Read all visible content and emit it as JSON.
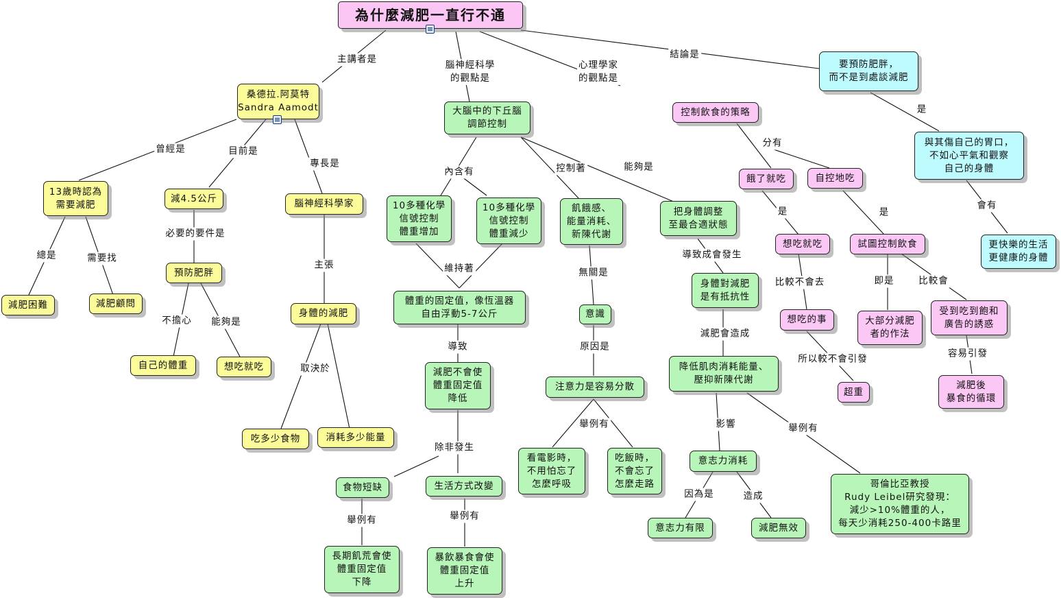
{
  "title": "為什麼減肥一直行不通",
  "nodes": {
    "speaker": [
      "桑德拉.阿莫特",
      "Sandra Aamodt"
    ],
    "age13": [
      "13歲時認為",
      "需要減肥"
    ],
    "diet_hard": "減肥困難",
    "diet_consultant": "減肥顧問",
    "lost_4_5kg": "減4.5公斤",
    "prevent_obesity": "預防肥胖",
    "own_weight": "自己的體重",
    "want_eat_y": "想吃就吃",
    "neuroscientist": "腦神經科學家",
    "body_diet": "身體的減肥",
    "eat_amount": "吃多少食物",
    "energy_used": "消耗多少能量",
    "hypothalamus": [
      "大腦中的下丘腦",
      "調節控制"
    ],
    "signals_gain": [
      "10多種化學",
      "信號控制",
      "體重增加"
    ],
    "signals_loss": [
      "10多種化學",
      "信號控制",
      "體重減少"
    ],
    "set_point": [
      "體重的固定值，像恆溫器",
      "自由浮動5-7公斤"
    ],
    "no_lower": [
      "減肥不會使",
      "體重固定值",
      "降低"
    ],
    "food_short": "食物短缺",
    "lifestyle": "生活方式改變",
    "starvation": [
      "長期飢荒會使",
      "體重固定值",
      "下降"
    ],
    "binge": [
      "暴飲暴食會使",
      "體重固定值",
      "上升"
    ],
    "hunger": [
      "飢餓感、",
      "能量消耗、",
      "新陳代謝"
    ],
    "consciousness": "意識",
    "attention": "注意力是容易分散",
    "movie": [
      "看電影時，",
      "不用怕忘了",
      "怎麼呼吸"
    ],
    "walking": [
      "吃飯時，",
      "不會忘了",
      "怎麼走路"
    ],
    "adjust_body": [
      "把身體調整",
      "至最合適狀態"
    ],
    "resistance": [
      "身體對減肥",
      "是有抵抗性"
    ],
    "reduce_muscle": [
      "降低肌肉消耗能量、",
      "壓抑新陳代謝"
    ],
    "willpower_drain": "意志力消耗",
    "willpower_limited": "意志力有限",
    "diet_ineffective": "減肥無效",
    "leibel": [
      "哥倫比亞教授",
      "Rudy Leibel研究發現：",
      "減少>10%體重的人，",
      "每天少消耗250-400卡路里"
    ],
    "strategy": "控制飲食的策略",
    "hungry_eat": "餓了就吃",
    "self_control": "自控地吃",
    "want_eat_p": "想吃就吃",
    "food_thoughts": "想吃的事",
    "overweight": "超重",
    "try_control": "試圖控制飲食",
    "most_dieters": [
      "大部分減肥",
      "者的作法"
    ],
    "tempted": [
      "受到吃到飽和",
      "廣告的誘惑"
    ],
    "binge_cycle": [
      "減肥後",
      "暴食的循環"
    ],
    "prevent_obesity2": [
      "要預防肥胖，",
      "而不是到處談減肥"
    ],
    "observe_body": [
      "與其傷自己的胃口，",
      "不如心平氣和觀察",
      "自己的身體"
    ],
    "happier": [
      "更快樂的生活",
      "更健康的身體"
    ]
  },
  "labels": {
    "speaker_is": "主講者是",
    "neuro_view": [
      "腦神經科學",
      "的觀點是"
    ],
    "psych_view": [
      "心理學家",
      "的觀點是"
    ],
    "conclusion_is": "結論是",
    "once": "曾經是",
    "currently": "目前是",
    "specialty": "專長是",
    "always": "總是",
    "need_find": "需要找",
    "necessary": "必要的要件是",
    "no_worry": "不擔心",
    "can": "能夠是",
    "advocates": "主張",
    "depends_on": "取決於",
    "contains": "內含有",
    "controls": "控制著",
    "able_to": "能夠是",
    "maintains": "維持著",
    "leads_to": "導致",
    "unless": "除非發生",
    "example1": "舉例有",
    "example2": "舉例有",
    "unrelated": "無關是",
    "reason": "原因是",
    "example3": "舉例有",
    "results_in": "導致成會發生",
    "diet_causes": "減肥會造成",
    "affects": "影響",
    "example4": "舉例有",
    "because": "因為是",
    "causes": "造成",
    "divided": "分有",
    "is1": "是",
    "is2": "是",
    "less_likely": "比較不會去",
    "so_not": "所以較不會引發",
    "that_is": "即是",
    "more_likely": "比較會",
    "easily_trigger": "容易引發",
    "is3": "是",
    "will_have": "會有"
  },
  "colors": {
    "yellow": "#fbfb99",
    "green": "#b8f5b8",
    "pink": "#fbc7f5",
    "cyan": "#bdfbff",
    "line": "#111111"
  }
}
